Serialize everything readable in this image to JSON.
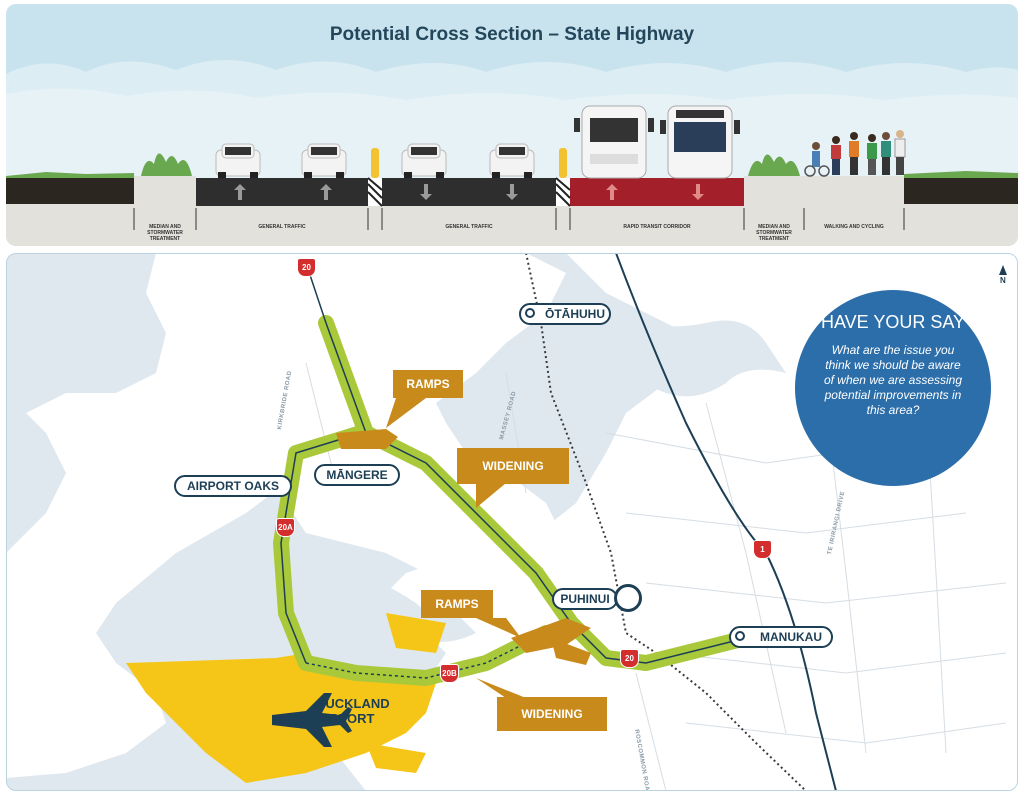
{
  "cross_section": {
    "title": "Potential Cross Section – State Highway",
    "segments": [
      {
        "label": "MEDIAN AND STORMWATER TREATMENT"
      },
      {
        "label": "GENERAL TRAFFIC"
      },
      {
        "label": "GENERAL TRAFFIC"
      },
      {
        "label": "RAPID TRANSIT CORRIDOR"
      },
      {
        "label": "MEDIAN AND STORMWATER TREATMENT"
      },
      {
        "label": "WALKING AND CYCLING"
      }
    ],
    "colors": {
      "sky": "#c9e3ee",
      "general_lane": "#2e2e2e",
      "rapid_lane": "#a3202a",
      "median": "#e3e1db"
    }
  },
  "map": {
    "stations": {
      "otahuhu": "ŌTĀHUHU",
      "puhinui": "PUHINUI",
      "manukau": "MANUKAU"
    },
    "places": {
      "airport_oaks": "AIRPORT OAKS",
      "mangere": "MĀNGERE",
      "auckland_airport": "AUCKLAND AIRPORT"
    },
    "callouts": {
      "ramps_1": "RAMPS",
      "widening_1": "WIDENING",
      "ramps_2": "RAMPS",
      "widening_2": "WIDENING"
    },
    "roads": {
      "kirkbride": "KIRKBRIDE ROAD",
      "massey": "MASSEY ROAD",
      "roscommon": "ROSCOMMON ROAD",
      "te_irirangi": "TE IRIRANGI DRIVE"
    },
    "shields": {
      "sh20_top": "20",
      "sh20a": "20A",
      "sh20b": "20B",
      "sh20_east": "20",
      "sh1": "1"
    },
    "north": "N",
    "colors": {
      "corridor": "#a9c93b",
      "callout": "#c98a1c",
      "airport": "#f5c518",
      "water": "#dfe8ef"
    }
  },
  "have_your_say": {
    "heading": "HAVE YOUR SAY",
    "body": "What are the issue you think we should be aware of when we are assessing potential improvements in this area?"
  }
}
